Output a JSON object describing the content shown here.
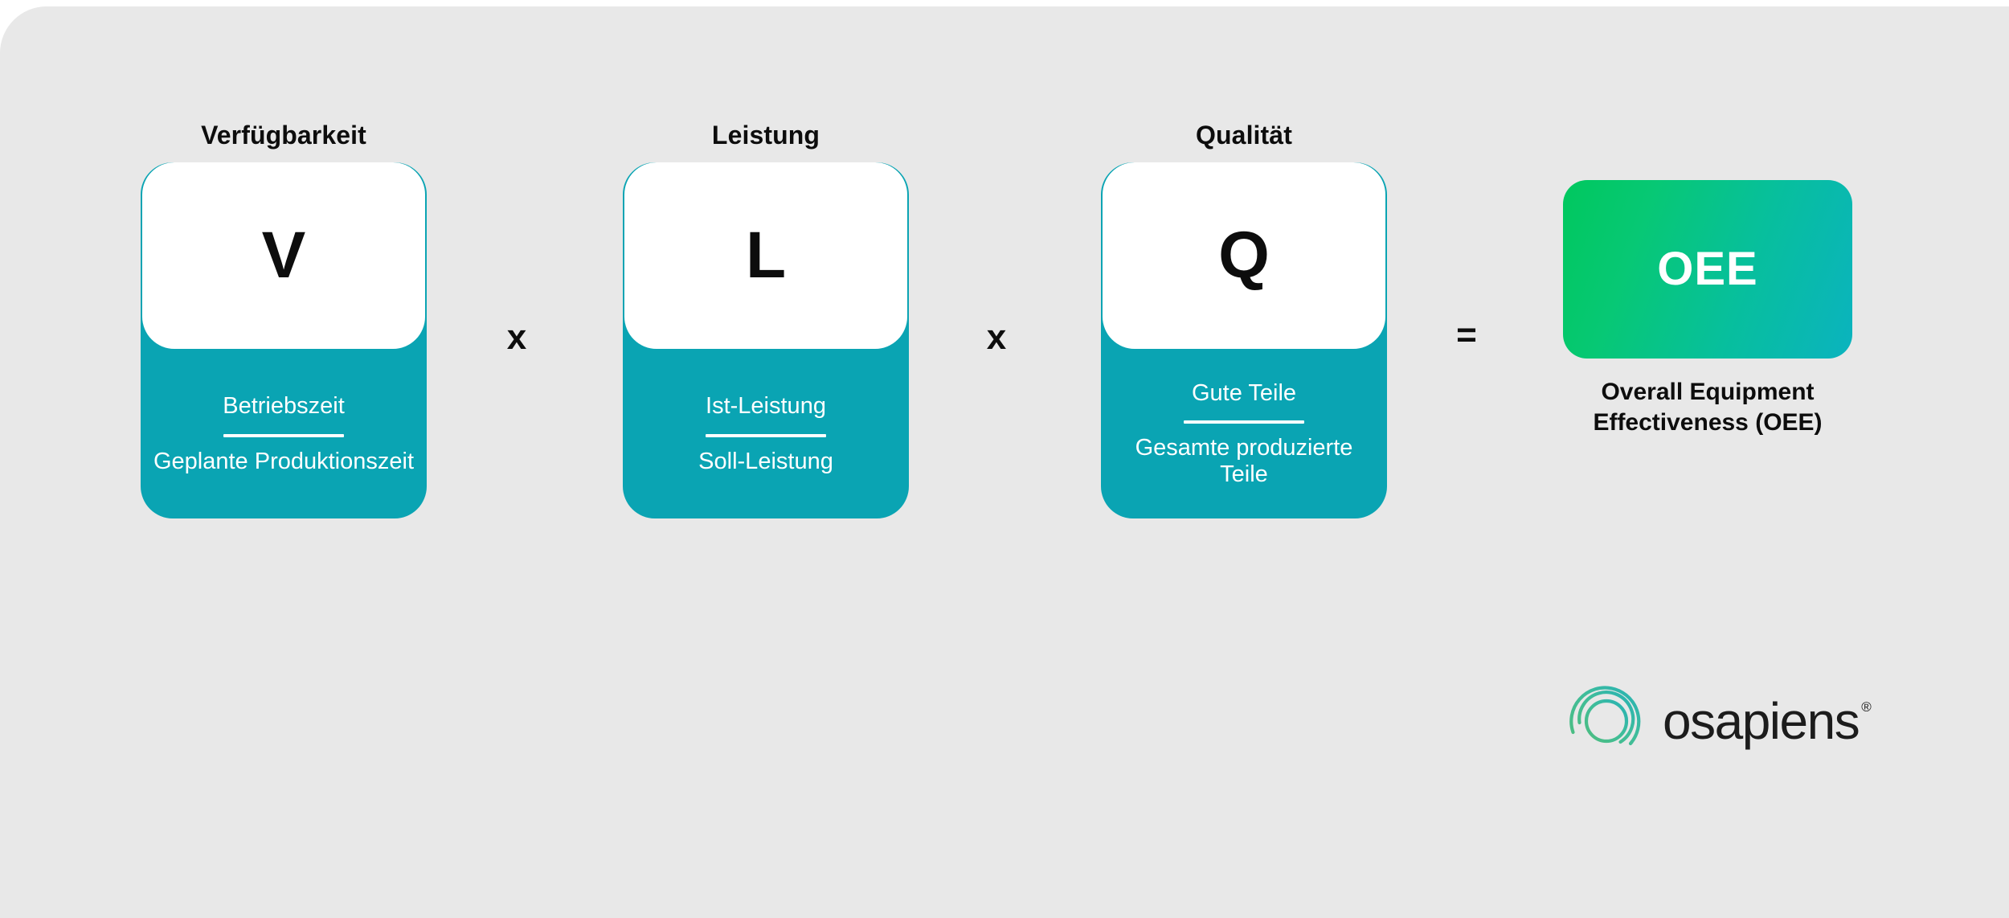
{
  "colors": {
    "page_background": "#ffffff",
    "panel_background": "#e8e8e8",
    "card_teal": "#0aa4b3",
    "card_white": "#ffffff",
    "text_dark": "#0d0d0d",
    "oee_gradient_start": "#00c85e",
    "oee_gradient_end": "#0bb3bf",
    "logo_green": "#4cbb87",
    "logo_teal": "#2bb3b0"
  },
  "metrics": [
    {
      "title": "Verfügbarkeit",
      "letter": "V",
      "numerator": "Betriebszeit",
      "denominator": "Geplante Produktionszeit"
    },
    {
      "title": "Leistung",
      "letter": "L",
      "numerator": "Ist-Leistung",
      "denominator": "Soll-Leistung"
    },
    {
      "title": "Qualität",
      "letter": "Q",
      "numerator": "Gute Teile",
      "denominator": "Gesamte produzierte Teile"
    }
  ],
  "operators": {
    "multiply_1": "x",
    "multiply_2": "x",
    "equals": "="
  },
  "result": {
    "label": "OEE",
    "caption": "Overall Equipment Effectiveness (OEE)"
  },
  "logo": {
    "wordmark": "osapiens",
    "registered": "®",
    "mark_name": "osapiens-spiral-mark"
  }
}
